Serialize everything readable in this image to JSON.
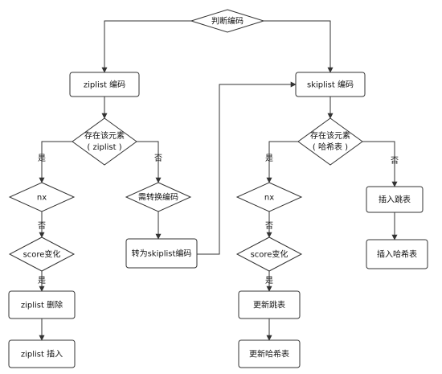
{
  "nodes": {
    "start": "判断编码",
    "ziplist_enc": "ziplist 编码",
    "skiplist_enc": "skiplist 编码",
    "zl_exists_l1": "存在该元素",
    "zl_exists_l2": "( ziplist )",
    "sk_exists_l1": "存在该元素",
    "sk_exists_l2": "( 哈希表 )",
    "nx_left": "nx",
    "need_convert": "需转换编码",
    "nx_right": "nx",
    "insert_skip": "插入跳表",
    "to_skiplist": "转为skiplist编码",
    "score_left": "score变化",
    "score_right": "score变化",
    "insert_hash": "插入哈希表",
    "zl_delete": "ziplist 删除",
    "update_skip": "更新跳表",
    "zl_insert": "ziplist 插入",
    "update_hash": "更新哈希表"
  },
  "edge_labels": {
    "yes": "是",
    "no": "否"
  }
}
